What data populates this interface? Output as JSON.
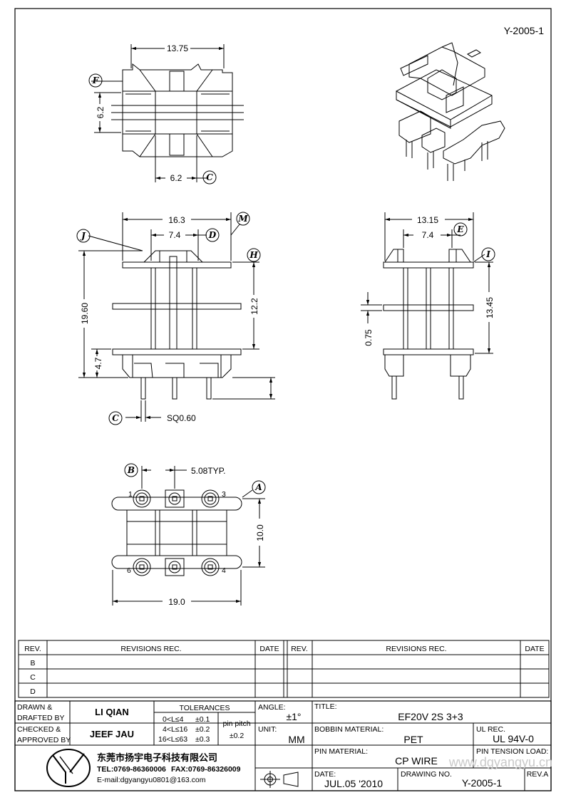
{
  "drawing_number_top": "Y-2005-1",
  "dims": {
    "top_width": "13.75",
    "top_height": "6.2",
    "top_core": "6.2",
    "front_width": "16.3",
    "front_inner": "7.4",
    "front_total_h": "19.60",
    "front_h": "12.2",
    "front_base_h": "4.7",
    "pin_size": "SQ0.60",
    "side_width": "13.15",
    "side_inner": "7.4",
    "side_flange": "0.75",
    "side_h": "13.45",
    "pitch": "5.08TYP.",
    "bottom_height": "10.0",
    "bottom_width": "19.0"
  },
  "labels": {
    "a": "A",
    "b": "B",
    "c": "C",
    "d": "D",
    "e": "E",
    "f": "F",
    "h": "H",
    "i": "I",
    "j": "J",
    "m": "M"
  },
  "pins": {
    "p1": "1",
    "p3": "3",
    "p4": "4",
    "p6": "6"
  },
  "revisions": {
    "rev": "REV.",
    "revisions_rec": "REVISIONS   REC.",
    "date": "DATE",
    "rows": [
      "B",
      "C",
      "D"
    ]
  },
  "title_block": {
    "drawn_label_1": "DRAWN  &",
    "drawn_label_2": "DRAFTED  BY",
    "drawn_by": "LI QIAN",
    "checked_label_1": "CHECKED  &",
    "checked_label_2": "APPROVED  BY",
    "checked_by": "JEEF JAU",
    "tolerances": "TOLERANCES",
    "tol_1": "0<L≤4",
    "tol_1v": "±0.1",
    "tol_2": "4<L≤16",
    "tol_2v": "±0.2",
    "tol_3": "16<L≤63",
    "tol_3v": "±0.3",
    "pin_pitch": "pin  pitch",
    "pin_pitch_v": "±0.2",
    "angle_label": "ANGLE:",
    "angle": "±1°",
    "unit_label": "UNIT:",
    "unit": "MM",
    "title_label": "TITLE:",
    "title": "EF20V  2S  3+3",
    "bobbin_label": "BOBBIN  MATERIAL:",
    "bobbin": "PET",
    "ul_label": "UL  REC.",
    "ul": "UL  94V-0",
    "pin_mat_label": "PIN  MATERIAL:",
    "pin_mat": "CP  WIRE",
    "tension_label": "PIN  TENSION  LOAD:",
    "date_label": "DATE:",
    "date": "JUL.05  '2010",
    "dwg_label": "DRAWING  NO.",
    "dwg": "Y-2005-1",
    "rev_label": "REV.A",
    "company": "东莞市扬宇电子科技有限公司",
    "tel": "TEL:0769-86360006",
    "fax": "FAX:0769-86326009",
    "email": "E-mail:dgyangyu0801@163.com",
    "watermark": "www.dgyangyu.cn"
  }
}
